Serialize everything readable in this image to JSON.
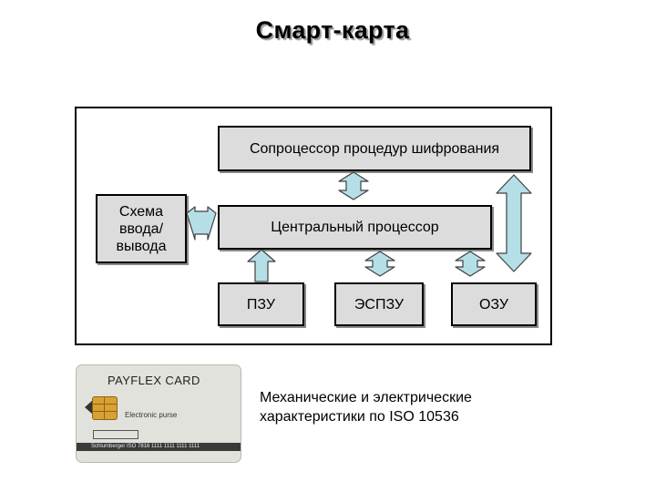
{
  "title": "Смарт-карта",
  "diagram": {
    "coprocessor": "Сопроцессор процедур шифрования",
    "io_scheme": "Схема\nввода/\nвывода",
    "cpu": "Центральный процессор",
    "rom": "ПЗУ",
    "eeprom": "ЭСПЗУ",
    "ram": "ОЗУ"
  },
  "caption": "Механические и электрические\nхарактеристики по ISO 10536",
  "card": {
    "brand": "PAYFLEX CARD",
    "subtitle": "Electronic purse",
    "strip": "Schlumberger   ISO 7816   1111 1111 1111 1111"
  },
  "colors": {
    "box_fill": "#dcdcdc",
    "arrow_fill": "#b5dfe6",
    "arrow_stroke": "#404040",
    "chip": "#d9a132"
  },
  "icons": [
    "double-arrow-icon",
    "up-arrow-icon",
    "chip-icon"
  ]
}
